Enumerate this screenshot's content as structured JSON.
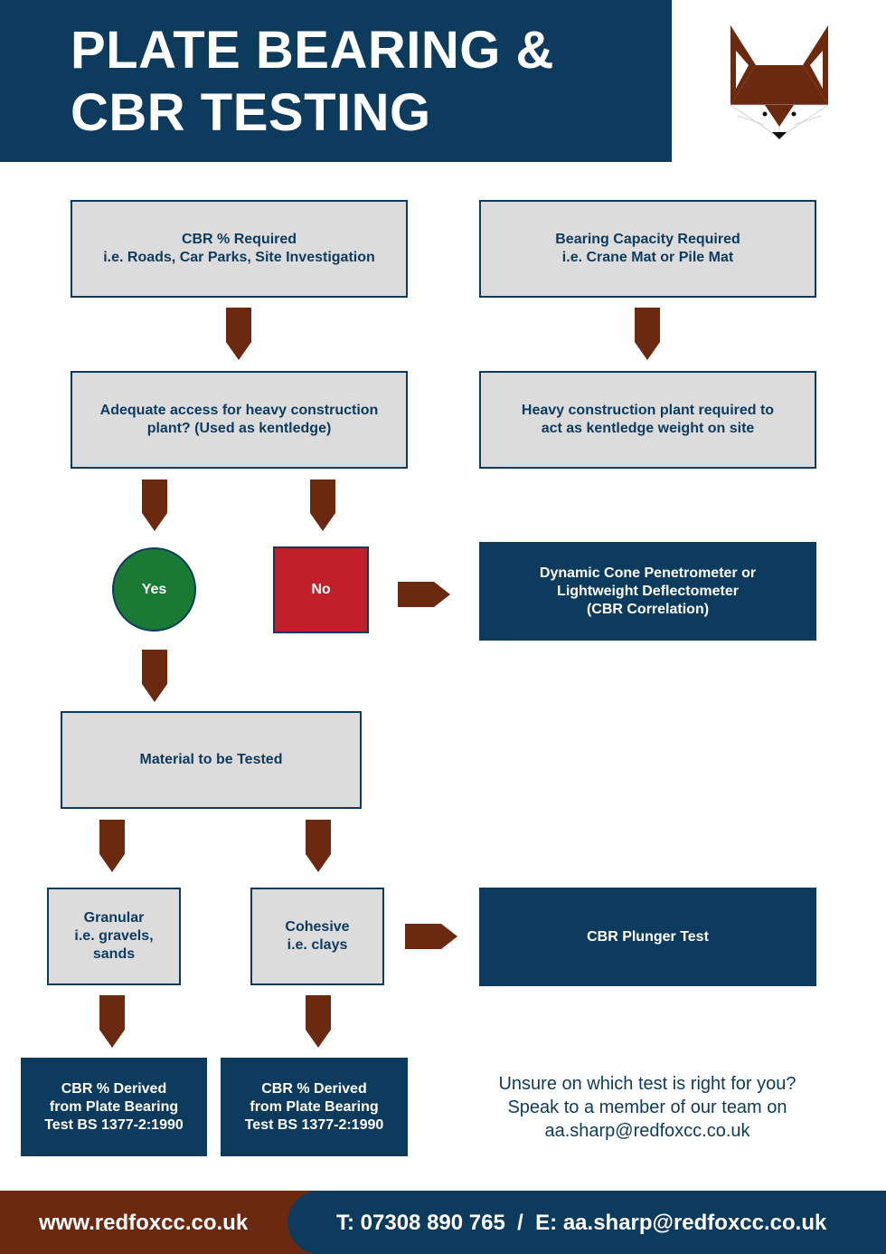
{
  "header": {
    "title_line1": "PLATE BEARING &",
    "title_line2": "CBR TESTING"
  },
  "logo": {
    "icon": "fox-head-icon"
  },
  "flow": {
    "cbr_required": {
      "line1": "CBR % Required",
      "line2": "i.e. Roads, Car Parks, Site Investigation"
    },
    "bearing_required": {
      "line1": "Bearing Capacity Required",
      "line2": "i.e. Crane Mat or Pile Mat"
    },
    "access_question": {
      "line1": "Adequate access for heavy construction",
      "line2": "plant? (Used as kentledge)"
    },
    "heavy_plant": {
      "line1": "Heavy construction plant required to",
      "line2": "act as kentledge weight on site"
    },
    "yes": "Yes",
    "no": "No",
    "dcp": {
      "line1": "Dynamic Cone Penetrometer or",
      "line2": "Lightweight Deflectometer",
      "line3": "(CBR Correlation)"
    },
    "material": "Material to be Tested",
    "granular": {
      "line1": "Granular",
      "line2": "i.e. gravels,",
      "line3": "sands"
    },
    "cohesive": {
      "line1": "Cohesive",
      "line2": "i.e. clays"
    },
    "cbr_plunger": "CBR Plunger Test",
    "derived_left": {
      "line1": "CBR % Derived",
      "line2": "from Plate Bearing",
      "line3": "Test BS 1377-2:1990"
    },
    "derived_right": {
      "line1": "CBR % Derived",
      "line2": "from Plate Bearing",
      "line3": "Test BS 1377-2:1990"
    }
  },
  "contact": {
    "line1": "Unsure on which test is right for you?",
    "line2": "Speak to a member of our team on",
    "line3": "aa.sharp@redfoxcc.co.uk"
  },
  "footer": {
    "website": "www.redfoxcc.co.uk",
    "contact": "T: 07308 890 765  /  E: aa.sharp@redfoxcc.co.uk"
  },
  "colors": {
    "navy": "#0d3b5e",
    "brown": "#6b2a0f",
    "grey_box": "#dcdcdc",
    "yes_green": "#1a7a34",
    "no_red": "#c1202a"
  }
}
